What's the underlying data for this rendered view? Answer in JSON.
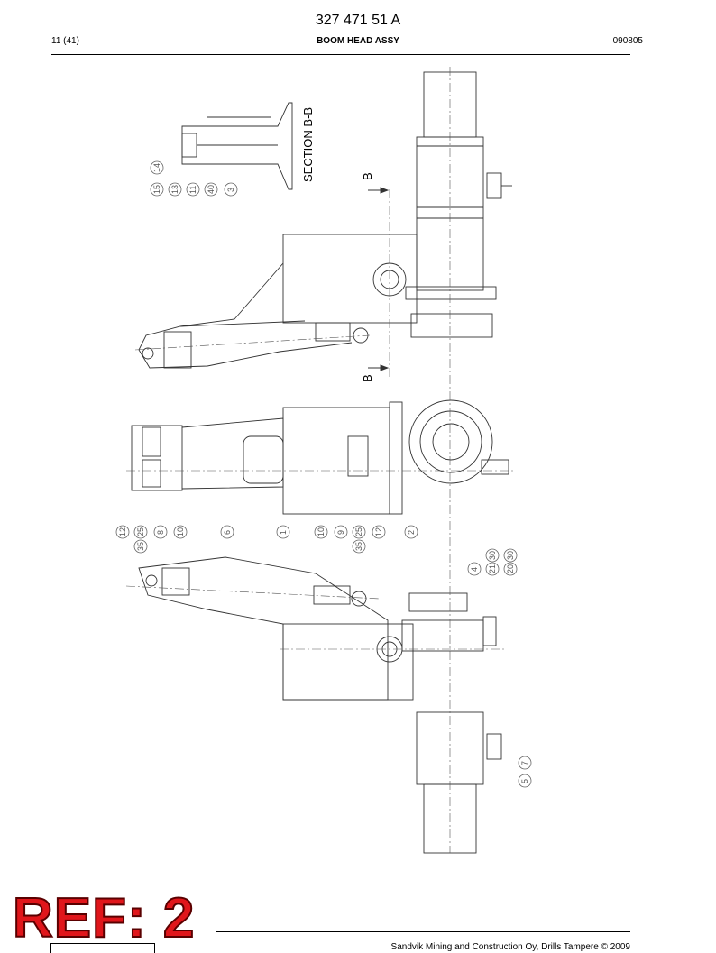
{
  "header": {
    "doc_number": "327 471 51 A",
    "page": "11 (41)",
    "title": "BOOM HEAD ASSY",
    "date": "090805"
  },
  "drawing": {
    "section_label": "SECTION B-B",
    "section_markers": [
      "B",
      "B"
    ],
    "callouts_section": [
      "14",
      "15",
      "13",
      "11",
      "40",
      "3"
    ],
    "callouts_middle": [
      "12",
      "25",
      "35",
      "8",
      "10",
      "6",
      "1",
      "10",
      "9",
      "25",
      "35",
      "12",
      "2"
    ],
    "callouts_bottom": [
      "4",
      "21",
      "30",
      "20",
      "30",
      "7",
      "5"
    ]
  },
  "stamp": {
    "text": "REF: 2"
  },
  "footer": {
    "text": "Sandvik Mining and Construction Oy, Drills Tampere © 2009"
  }
}
